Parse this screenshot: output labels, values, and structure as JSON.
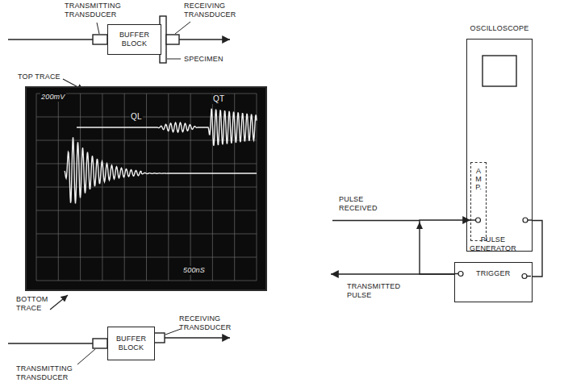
{
  "diagram": {
    "nodes": [
      {
        "text": [
          "BUFFER BLOCK"
        ]
      },
      {
        "text": [
          "BUFFER BLOCK"
        ]
      },
      {
        "text": [
          "OSCILLOSCOPE"
        ]
      },
      {
        "text": [
          "AMP."
        ],
        "in": 2
      },
      {
        "text": [
          "PULSE GENERATOR",
          "TRIGGER"
        ]
      }
    ],
    "edges": [
      {
        "from": 4,
        "to": 3,
        "arrow": "to"
      },
      {
        "from": 4,
        "to": 2,
        "arrow": "none"
      }
    ],
    "labels": [
      "TRANSMITTING TRANSDUCER",
      "RECEIVING TRANSDUCER",
      "SPECIMEN",
      "TOP TRACE",
      "200mV",
      "QL",
      "QT",
      "500nS",
      "BOTTOM TRACE",
      "TRANSMITTING TRANSDUCER",
      "RECEIVING TRANSDUCER",
      "PULSE RECEIVED",
      "TRANSMITTED PULSE"
    ]
  }
}
